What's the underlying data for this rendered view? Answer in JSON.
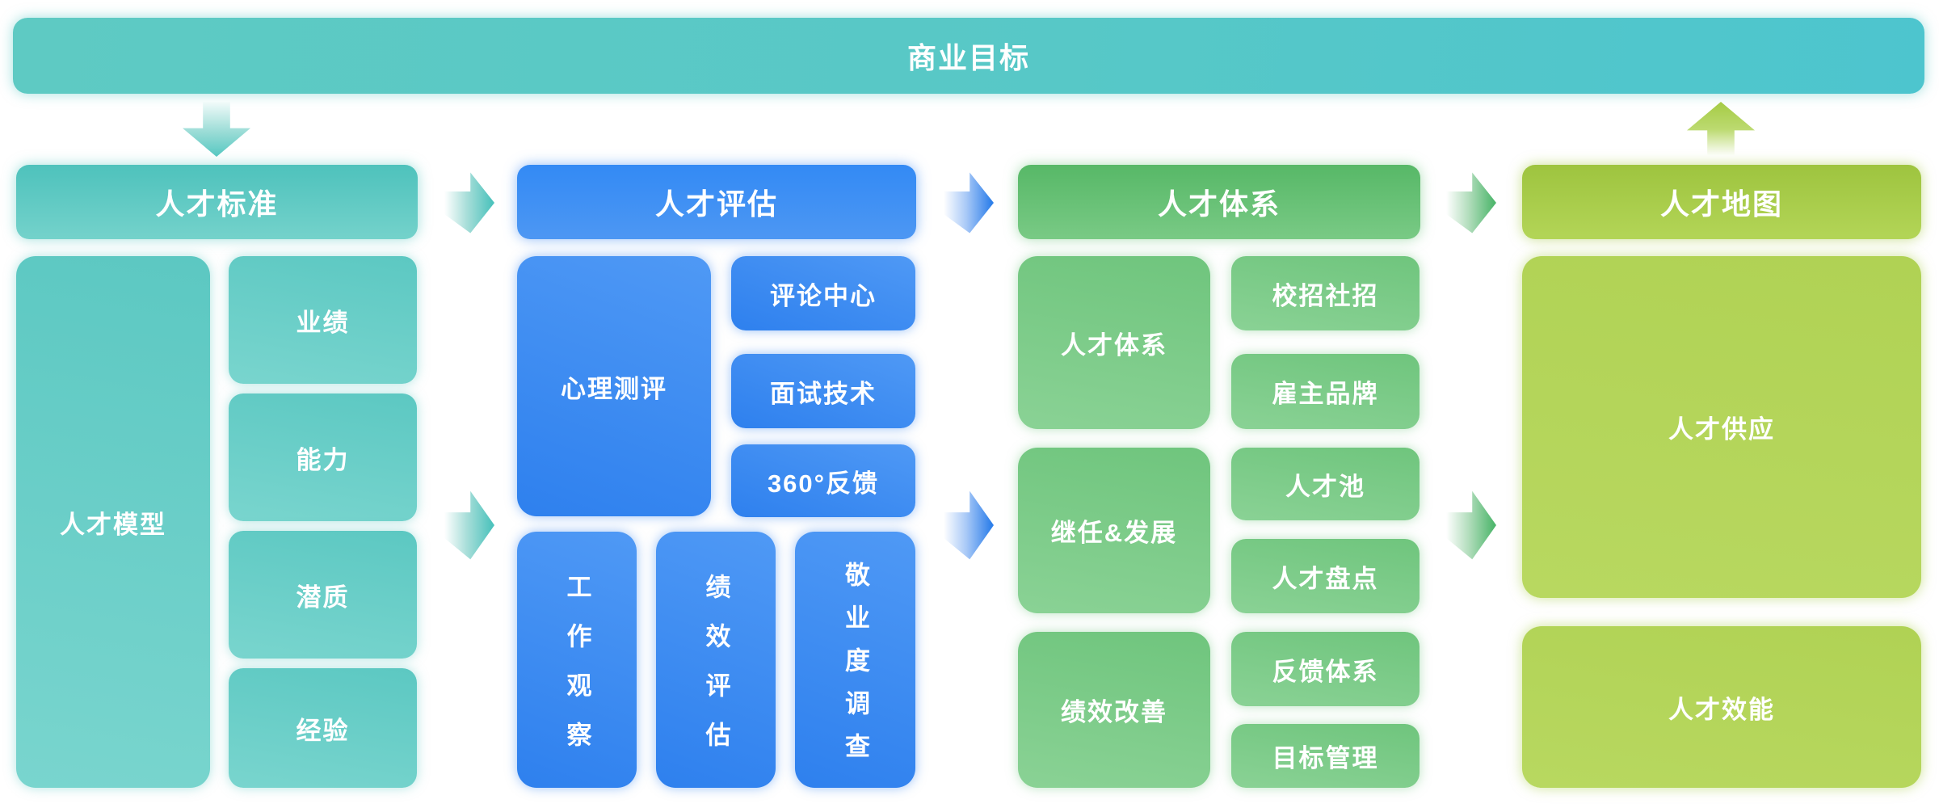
{
  "banner": {
    "label": "商业目标"
  },
  "colors": {
    "teal": "#55c7c1",
    "blue": "#3886f0",
    "green": "#6cc57b",
    "lime": "#abd04f"
  },
  "columns": [
    {
      "header": "人才标准",
      "main": "人才模型",
      "items": [
        "业绩",
        "能力",
        "潜质",
        "经验"
      ]
    },
    {
      "header": "人才评估",
      "main": "心理测评",
      "items": [
        "评论中心",
        "面试技术",
        "360°反馈"
      ],
      "vertical_items": [
        "工作观察",
        "绩效评估",
        "敬业度调查"
      ]
    },
    {
      "header": "人才体系",
      "left_items": [
        "人才体系",
        "继任&发展",
        "绩效改善"
      ],
      "right_items": [
        "校招社招",
        "雇主品牌",
        "人才池",
        "人才盘点",
        "反馈体系",
        "目标管理"
      ]
    },
    {
      "header": "人才地图",
      "items": [
        "人才供应",
        "人才效能"
      ]
    }
  ]
}
